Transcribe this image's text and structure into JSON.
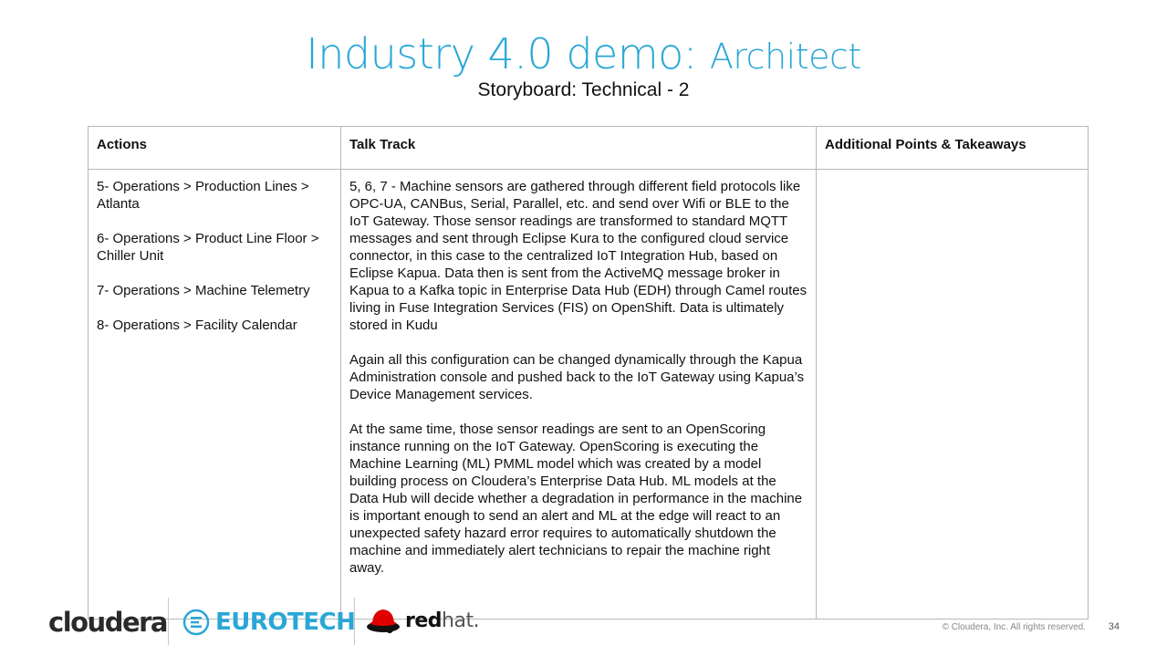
{
  "title": {
    "main": "Industry 4.0 demo:",
    "sub": "Architect"
  },
  "subtitle": "Storyboard: Technical - 2",
  "table": {
    "headers": [
      "Actions",
      "Talk Track",
      "Additional Points & Takeaways"
    ],
    "actions": [
      "5- Operations > Production Lines > Atlanta",
      "6- Operations > Product Line Floor > Chiller Unit",
      "7- Operations > Machine Telemetry",
      "8- Operations > Facility Calendar"
    ],
    "talk_track": [
      "5, 6, 7 - Machine sensors are gathered through different field protocols like OPC-UA, CANBus, Serial, Parallel, etc. and send over Wifi or BLE to the IoT Gateway. Those sensor readings are transformed to standard MQTT messages and sent through Eclipse Kura to the configured cloud service connector, in this case to the centralized IoT Integration Hub, based on Eclipse Kapua. Data then is sent from the ActiveMQ message broker in Kapua to a Kafka topic in Enterprise Data Hub (EDH) through Camel routes living in Fuse Integration Services (FIS) on OpenShift. Data is ultimately stored in Kudu",
      "Again all this configuration can be changed dynamically through the Kapua Administration console and pushed back to the IoT Gateway using Kapua’s Device Management services.",
      "At the same time, those sensor readings are sent to an OpenScoring instance running on the IoT Gateway. OpenScoring is executing the Machine Learning (ML) PMML model which was created by a model building process on Cloudera’s Enterprise Data Hub. ML models at the Data Hub will decide whether a degradation in performance in the machine is important enough to send an alert and ML at the edge will react to an unexpected safety hazard error requires to automatically shutdown the machine and immediately alert technicians to repair the machine right away."
    ],
    "additional_points": ""
  },
  "footer": {
    "logos": {
      "cloudera": "cloudera",
      "eurotech": "EUROTECH",
      "redhat_bold": "red",
      "redhat_light": "hat."
    },
    "copyright": "© Cloudera, Inc. All rights reserved.",
    "page_number": "34"
  },
  "colors": {
    "accent": "#2aa7d6",
    "redhat_red": "#e00000",
    "border": "#b8b8b8"
  }
}
